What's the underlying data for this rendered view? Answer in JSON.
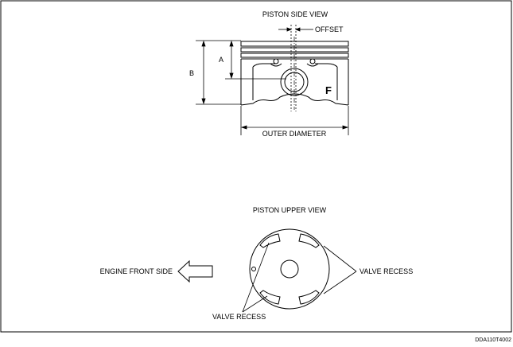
{
  "side_view": {
    "title": "PISTON SIDE VIEW",
    "offset_label": "OFFSET",
    "dim_a_label": "A",
    "dim_b_label": "B",
    "front_mark": "F",
    "outer_diameter_label": "OUTER DIAMETER"
  },
  "upper_view": {
    "title": "PISTON UPPER VIEW",
    "engine_front_label": "ENGINE FRONT SIDE",
    "valve_recess_right": "VALVE RECESS",
    "valve_recess_bottom": "VALVE RECESS"
  },
  "figure_code": "DDA110T4002"
}
